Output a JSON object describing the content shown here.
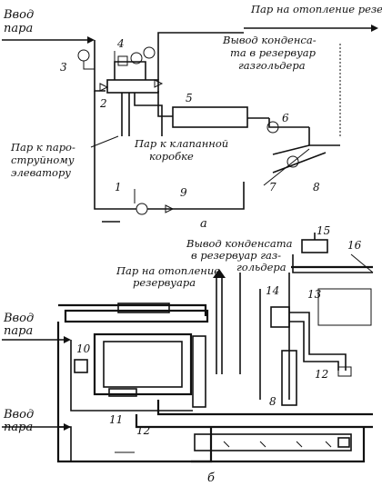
{
  "diagram_a": {
    "steam_input": [
      "Ввод",
      "пара"
    ],
    "heating_label": "Пар на отопление резервуара",
    "condensate_outlet": [
      "Вывод конденса-",
      "та в резервуар",
      "газгольдера"
    ],
    "steam_to_elevator": [
      "Пар к паро-",
      "струйному",
      "элеватору"
    ],
    "steam_to_valve_box": [
      "Пар к клапанной",
      "коробке"
    ],
    "caption": "а",
    "numbers": [
      "1",
      "2",
      "3",
      "4",
      "5",
      "6",
      "7",
      "8",
      "9"
    ]
  },
  "diagram_b": {
    "condensate_outlet": [
      "Вывод конденсата",
      "в резервуар газ-",
      "гольдера"
    ],
    "heating_label": [
      "Пар на отопление",
      "резервуара"
    ],
    "steam_input_top": [
      "Ввод",
      "пара"
    ],
    "steam_input_bottom": [
      "Ввод",
      "пара"
    ],
    "caption": "б",
    "numbers": [
      "8",
      "10",
      "11",
      "12",
      "12",
      "13",
      "14",
      "15",
      "16"
    ]
  }
}
